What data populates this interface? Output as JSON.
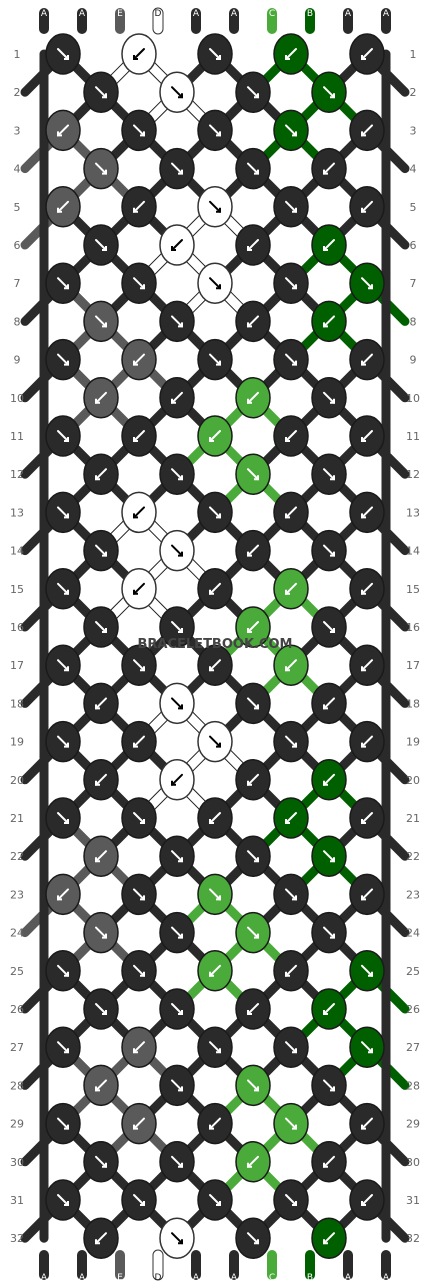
{
  "watermark": "BRACELETBOOK.COM",
  "colors": {
    "A": "#2a2a2a",
    "B": "#006000",
    "C": "#4aaa3a",
    "D": "#ffffff",
    "E": "#5a5a5a"
  },
  "top_strings": [
    "A",
    "A",
    "E",
    "D",
    "A",
    "A",
    "C",
    "B",
    "A",
    "A"
  ],
  "bottom_strings": [
    "A",
    "A",
    "E",
    "D",
    "A",
    "A",
    "C",
    "B",
    "A",
    "A"
  ],
  "rows": [
    {
      "number": "1",
      "knots": [
        {
          "c": "A",
          "d": "f"
        },
        {
          "c": "D",
          "d": "bf"
        },
        {
          "c": "A",
          "d": "f"
        },
        {
          "c": "B",
          "d": "bf"
        },
        {
          "c": "A",
          "d": "bf"
        }
      ]
    },
    {
      "number": "2",
      "knots": [
        {
          "c": "A",
          "d": "f"
        },
        {
          "c": "D",
          "d": "f"
        },
        {
          "c": "A",
          "d": "f"
        },
        {
          "c": "B",
          "d": "f"
        }
      ]
    },
    {
      "number": "3",
      "knots": [
        {
          "c": "E",
          "d": "bf"
        },
        {
          "c": "A",
          "d": "f"
        },
        {
          "c": "A",
          "d": "fb"
        },
        {
          "c": "B",
          "d": "fb"
        },
        {
          "c": "A",
          "d": "bf"
        }
      ]
    },
    {
      "number": "4",
      "knots": [
        {
          "c": "E",
          "d": "fb"
        },
        {
          "c": "A",
          "d": "fb"
        },
        {
          "c": "A",
          "d": "f"
        },
        {
          "c": "A",
          "d": "b"
        }
      ]
    },
    {
      "number": "5",
      "knots": [
        {
          "c": "E",
          "d": "bf"
        },
        {
          "c": "A",
          "d": "b"
        },
        {
          "c": "D",
          "d": "fb"
        },
        {
          "c": "A",
          "d": "f"
        },
        {
          "c": "A",
          "d": "bf"
        }
      ]
    },
    {
      "number": "6",
      "knots": [
        {
          "c": "A",
          "d": "f"
        },
        {
          "c": "D",
          "d": "bf"
        },
        {
          "c": "A",
          "d": "b"
        },
        {
          "c": "B",
          "d": "b"
        }
      ]
    },
    {
      "number": "7",
      "knots": [
        {
          "c": "A",
          "d": "fb"
        },
        {
          "c": "A",
          "d": "f"
        },
        {
          "c": "D",
          "d": "fb"
        },
        {
          "c": "A",
          "d": "f"
        },
        {
          "c": "B",
          "d": "fb"
        }
      ]
    },
    {
      "number": "8",
      "knots": [
        {
          "c": "E",
          "d": "f"
        },
        {
          "c": "A",
          "d": "f"
        },
        {
          "c": "A",
          "d": "b"
        },
        {
          "c": "B",
          "d": "b"
        }
      ]
    },
    {
      "number": "9",
      "knots": [
        {
          "c": "A",
          "d": "fb"
        },
        {
          "c": "E",
          "d": "bf"
        },
        {
          "c": "A",
          "d": "fb"
        },
        {
          "c": "A",
          "d": "f"
        },
        {
          "c": "A",
          "d": "bf"
        }
      ]
    },
    {
      "number": "10",
      "knots": [
        {
          "c": "E",
          "d": "b"
        },
        {
          "c": "A",
          "d": "b"
        },
        {
          "c": "C",
          "d": "bf"
        },
        {
          "c": "A",
          "d": "fb"
        }
      ]
    },
    {
      "number": "11",
      "knots": [
        {
          "c": "A",
          "d": "fb"
        },
        {
          "c": "A",
          "d": "bf"
        },
        {
          "c": "C",
          "d": "b"
        },
        {
          "c": "A",
          "d": "bf"
        },
        {
          "c": "A",
          "d": "bf"
        }
      ]
    },
    {
      "number": "12",
      "knots": [
        {
          "c": "A",
          "d": "b"
        },
        {
          "c": "A",
          "d": "f"
        },
        {
          "c": "C",
          "d": "f"
        },
        {
          "c": "A",
          "d": "fb"
        }
      ]
    },
    {
      "number": "13",
      "knots": [
        {
          "c": "A",
          "d": "fb"
        },
        {
          "c": "D",
          "d": "bf"
        },
        {
          "c": "A",
          "d": "f"
        },
        {
          "c": "A",
          "d": "bf"
        },
        {
          "c": "A",
          "d": "bf"
        }
      ]
    },
    {
      "number": "14",
      "knots": [
        {
          "c": "A",
          "d": "fb"
        },
        {
          "c": "D",
          "d": "fb"
        },
        {
          "c": "A",
          "d": "bf"
        },
        {
          "c": "A",
          "d": "f"
        }
      ]
    },
    {
      "number": "15",
      "knots": [
        {
          "c": "A",
          "d": "fb"
        },
        {
          "c": "D",
          "d": "bf"
        },
        {
          "c": "A",
          "d": "b"
        },
        {
          "c": "C",
          "d": "bf"
        },
        {
          "c": "A",
          "d": "bf"
        }
      ]
    },
    {
      "number": "16",
      "knots": [
        {
          "c": "A",
          "d": "f"
        },
        {
          "c": "A",
          "d": "fb"
        },
        {
          "c": "C",
          "d": "bf"
        },
        {
          "c": "A",
          "d": "fb"
        }
      ]
    },
    {
      "number": "17",
      "knots": [
        {
          "c": "A",
          "d": "fb"
        },
        {
          "c": "A",
          "d": "fb"
        },
        {
          "c": "A",
          "d": "b"
        },
        {
          "c": "C",
          "d": "bf"
        },
        {
          "c": "A",
          "d": "bf"
        }
      ]
    },
    {
      "number": "18",
      "knots": [
        {
          "c": "A",
          "d": "b"
        },
        {
          "c": "D",
          "d": "f"
        },
        {
          "c": "A",
          "d": "f"
        },
        {
          "c": "A",
          "d": "b"
        }
      ]
    },
    {
      "number": "19",
      "knots": [
        {
          "c": "A",
          "d": "fb"
        },
        {
          "c": "A",
          "d": "b"
        },
        {
          "c": "D",
          "d": "fb"
        },
        {
          "c": "A",
          "d": "f"
        },
        {
          "c": "A",
          "d": "bf"
        }
      ]
    },
    {
      "number": "20",
      "knots": [
        {
          "c": "A",
          "d": "bf"
        },
        {
          "c": "D",
          "d": "bf"
        },
        {
          "c": "A",
          "d": "b"
        },
        {
          "c": "B",
          "d": "b"
        }
      ]
    },
    {
      "number": "21",
      "knots": [
        {
          "c": "A",
          "d": "fb"
        },
        {
          "c": "A",
          "d": "f"
        },
        {
          "c": "A",
          "d": "bf"
        },
        {
          "c": "B",
          "d": "bf"
        },
        {
          "c": "A",
          "d": "bf"
        }
      ]
    },
    {
      "number": "22",
      "knots": [
        {
          "c": "E",
          "d": "b"
        },
        {
          "c": "A",
          "d": "fb"
        },
        {
          "c": "A",
          "d": "f"
        },
        {
          "c": "B",
          "d": "f"
        }
      ]
    },
    {
      "number": "23",
      "knots": [
        {
          "c": "E",
          "d": "bf"
        },
        {
          "c": "A",
          "d": "fb"
        },
        {
          "c": "C",
          "d": "fb"
        },
        {
          "c": "A",
          "d": "f"
        },
        {
          "c": "A",
          "d": "bf"
        }
      ]
    },
    {
      "number": "24",
      "knots": [
        {
          "c": "E",
          "d": "f"
        },
        {
          "c": "A",
          "d": "fb"
        },
        {
          "c": "C",
          "d": "f"
        },
        {
          "c": "A",
          "d": "fb"
        }
      ]
    },
    {
      "number": "25",
      "knots": [
        {
          "c": "A",
          "d": "fb"
        },
        {
          "c": "A",
          "d": "fb"
        },
        {
          "c": "C",
          "d": "bf"
        },
        {
          "c": "A",
          "d": "b"
        },
        {
          "c": "B",
          "d": "fb"
        }
      ]
    },
    {
      "number": "26",
      "knots": [
        {
          "c": "A",
          "d": "fb"
        },
        {
          "c": "A",
          "d": "f"
        },
        {
          "c": "A",
          "d": "bf"
        },
        {
          "c": "B",
          "d": "bf"
        }
      ]
    },
    {
      "number": "27",
      "knots": [
        {
          "c": "A",
          "d": "fb"
        },
        {
          "c": "E",
          "d": "bf"
        },
        {
          "c": "A",
          "d": "fb"
        },
        {
          "c": "A",
          "d": "f"
        },
        {
          "c": "B",
          "d": "fb"
        }
      ]
    },
    {
      "number": "28",
      "knots": [
        {
          "c": "E",
          "d": "b"
        },
        {
          "c": "A",
          "d": "fb"
        },
        {
          "c": "C",
          "d": "f"
        },
        {
          "c": "A",
          "d": "f"
        }
      ]
    },
    {
      "number": "29",
      "knots": [
        {
          "c": "A",
          "d": "fb"
        },
        {
          "c": "E",
          "d": "bf"
        },
        {
          "c": "A",
          "d": "b"
        },
        {
          "c": "C",
          "d": "f"
        },
        {
          "c": "A",
          "d": "bf"
        }
      ]
    },
    {
      "number": "30",
      "knots": [
        {
          "c": "A",
          "d": "f"
        },
        {
          "c": "A",
          "d": "fb"
        },
        {
          "c": "C",
          "d": "bf"
        },
        {
          "c": "A",
          "d": "b"
        }
      ]
    },
    {
      "number": "31",
      "knots": [
        {
          "c": "A",
          "d": "fb"
        },
        {
          "c": "A",
          "d": "fb"
        },
        {
          "c": "A",
          "d": "f"
        },
        {
          "c": "A",
          "d": "fb"
        },
        {
          "c": "A",
          "d": "bf"
        }
      ]
    },
    {
      "number": "32",
      "knots": [
        {
          "c": "A",
          "d": "b"
        },
        {
          "c": "D",
          "d": "fb"
        },
        {
          "c": "A",
          "d": "fb"
        },
        {
          "c": "B",
          "d": "b"
        }
      ]
    }
  ]
}
